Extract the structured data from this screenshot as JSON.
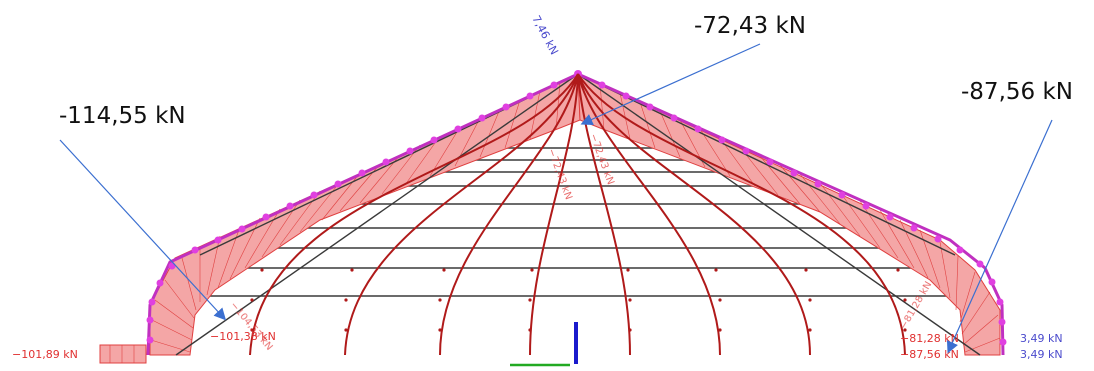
{
  "callouts": {
    "left": "-114,55 kN",
    "top": "-72,43 kN",
    "right": "-87,56 kN"
  },
  "labels": {
    "apex_value": "7,46 kN",
    "left_support": "−101,89 kN",
    "left_member": "−101,38 kN",
    "right_member": "−81,28 kN",
    "right_support": "−87,56 kN",
    "right_blue_top": "3,49 kN",
    "right_blue_bottom": "3,49 kN"
  },
  "colors": {
    "force_fill": "#f4a6a6",
    "force_line": "#e04040",
    "member": "#3a3a3a",
    "rib": "#b01a1a",
    "node": "#e040e0",
    "blue_label": "#4a4acc",
    "red_label": "#e03030",
    "arrow": "#3b6fd0"
  }
}
